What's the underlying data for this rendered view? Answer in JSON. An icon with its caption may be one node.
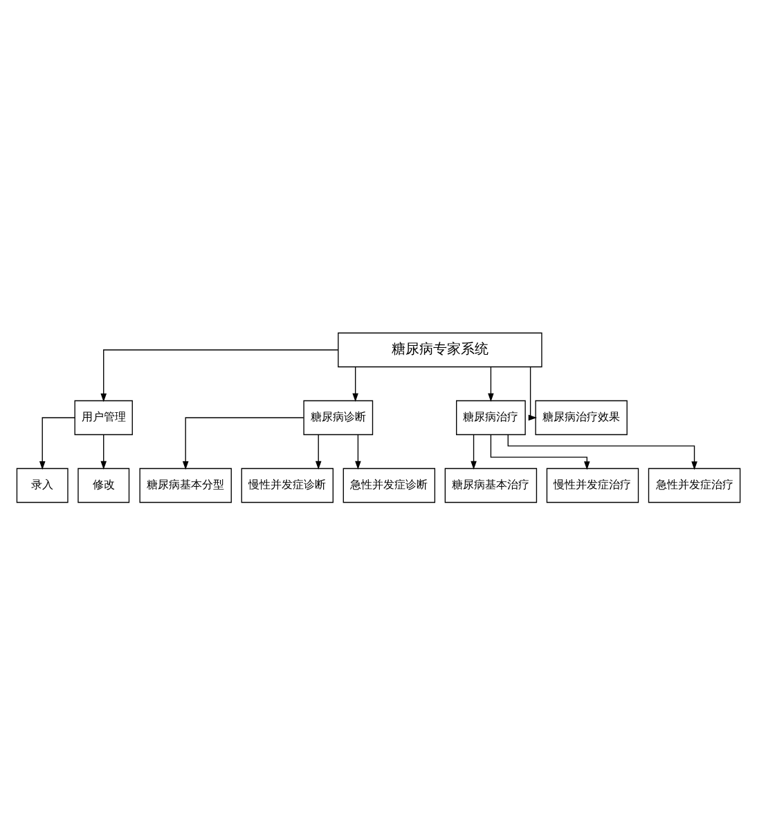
{
  "diagram": {
    "nodes": [
      {
        "text": [
          "糖尿病专家系统"
        ]
      },
      {
        "text": [
          "用户管理"
        ]
      },
      {
        "text": [
          "糖尿病诊断"
        ]
      },
      {
        "text": [
          "糖尿病治疗"
        ]
      },
      {
        "text": [
          "糖尿病治疗效果"
        ]
      },
      {
        "text": [
          "录入"
        ]
      },
      {
        "text": [
          "修改"
        ]
      },
      {
        "text": [
          "糖尿病基本分型"
        ]
      },
      {
        "text": [
          "慢性并发症诊断"
        ]
      },
      {
        "text": [
          "急性并发症诊断"
        ]
      },
      {
        "text": [
          "糖尿病基本治疗"
        ]
      },
      {
        "text": [
          "慢性并发症治疗"
        ]
      },
      {
        "text": [
          "急性并发症治疗"
        ]
      }
    ],
    "edges": [
      {
        "from": 0,
        "to": 1,
        "arrow": "to"
      },
      {
        "from": 0,
        "to": 2,
        "arrow": "to"
      },
      {
        "from": 0,
        "to": 3,
        "arrow": "to"
      },
      {
        "from": 0,
        "to": 4,
        "arrow": "to"
      },
      {
        "from": 1,
        "to": 5,
        "arrow": "to"
      },
      {
        "from": 1,
        "to": 6,
        "arrow": "to"
      },
      {
        "from": 2,
        "to": 7,
        "arrow": "to"
      },
      {
        "from": 2,
        "to": 8,
        "arrow": "to"
      },
      {
        "from": 2,
        "to": 9,
        "arrow": "to"
      },
      {
        "from": 3,
        "to": 10,
        "arrow": "to"
      },
      {
        "from": 3,
        "to": 11,
        "arrow": "to"
      },
      {
        "from": 3,
        "to": 12,
        "arrow": "to"
      }
    ]
  }
}
